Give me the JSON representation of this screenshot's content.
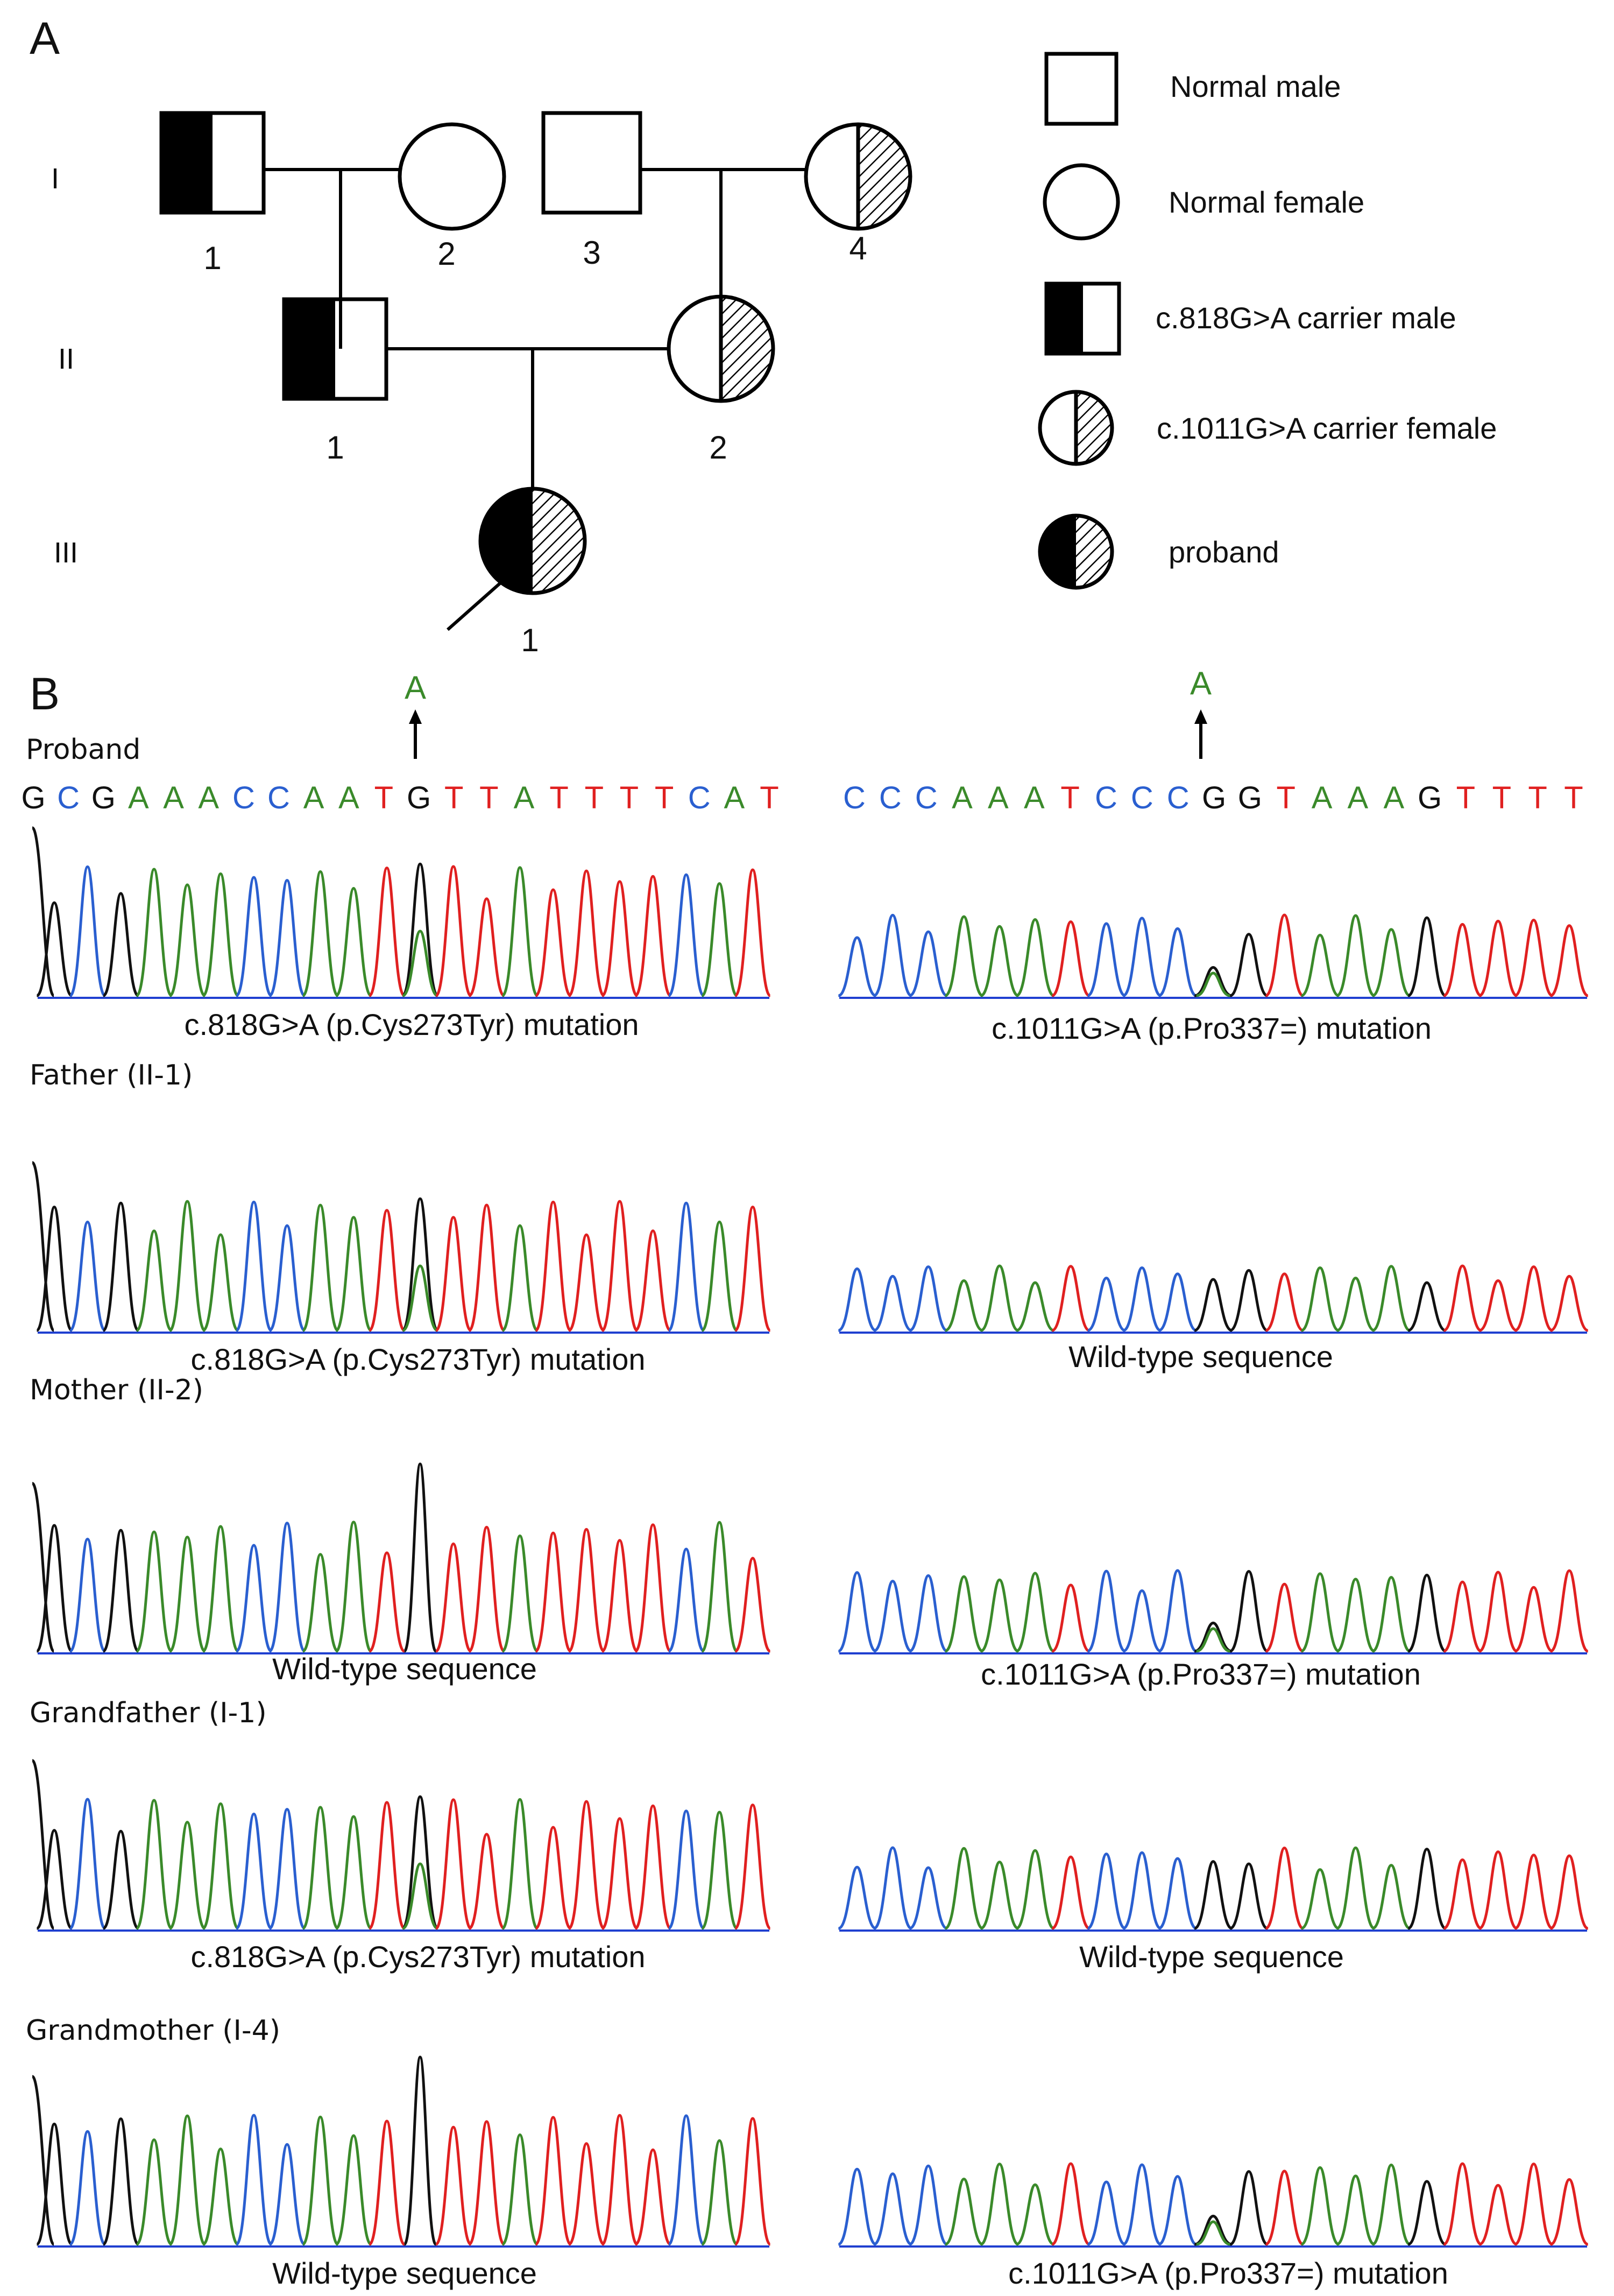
{
  "panels": {
    "a": "A",
    "b": "B"
  },
  "generations": [
    "I",
    "II",
    "III"
  ],
  "individual_numbers": {
    "I_1": "1",
    "I_2": "2",
    "I_3": "3",
    "I_4": "4",
    "II_1": "1",
    "II_2": "2",
    "III_1": "1"
  },
  "legend": [
    {
      "symbol": "normal-male",
      "label": "Normal male"
    },
    {
      "symbol": "normal-female",
      "label": "Normal female"
    },
    {
      "symbol": "carrier-male-818",
      "label": "c.818G>A carrier male"
    },
    {
      "symbol": "carrier-female-1011",
      "label": "c.1011G>A carrier female"
    },
    {
      "symbol": "proband",
      "label": "proband"
    }
  ],
  "base_colors": {
    "A": "#3a8a2a",
    "C": "#2a5fd0",
    "G": "#111111",
    "T": "#e02020"
  },
  "sequences": {
    "left": [
      "G",
      "C",
      "G",
      "A",
      "A",
      "A",
      "C",
      "C",
      "A",
      "A",
      "T",
      "G",
      "T",
      "T",
      "A",
      "T",
      "T",
      "T",
      "T",
      "C",
      "A",
      "T"
    ],
    "right": [
      "C",
      "C",
      "C",
      "A",
      "A",
      "A",
      "T",
      "C",
      "C",
      "C",
      "G",
      "G",
      "T",
      "A",
      "A",
      "A",
      "G",
      "T",
      "T",
      "T",
      "T"
    ]
  },
  "alt_allele": {
    "left": "A",
    "right": "A"
  },
  "rows": [
    {
      "person": "Proband",
      "left_caption": "c.818G>A (p.Cys273Tyr) mutation",
      "right_caption": "c.1011G>A (p.Pro337=) mutation",
      "left_het": true,
      "right_het": true
    },
    {
      "person": "Father (II-1)",
      "left_caption": "c.818G>A (p.Cys273Tyr) mutation",
      "right_caption": "Wild-type sequence",
      "left_het": true,
      "right_het": false
    },
    {
      "person": "Mother (II-2)",
      "left_caption": "Wild-type sequence",
      "right_caption": "c.1011G>A (p.Pro337=) mutation",
      "left_het": false,
      "right_het": true
    },
    {
      "person": "Grandfather (I-1)",
      "left_caption": "c.818G>A (p.Cys273Tyr) mutation",
      "right_caption": "Wild-type sequence",
      "left_het": true,
      "right_het": false
    },
    {
      "person": "Grandmother (I-4)",
      "left_caption": "Wild-type sequence",
      "right_caption": "c.1011G>A (p.Pro337=) mutation",
      "left_het": false,
      "right_het": true
    }
  ]
}
